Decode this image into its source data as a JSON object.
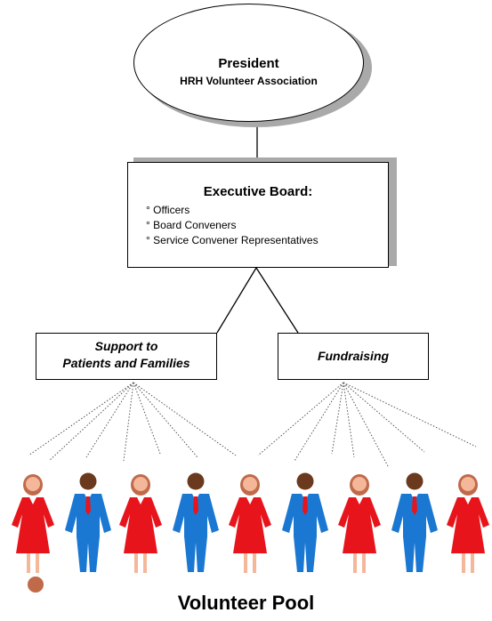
{
  "president": {
    "title": "President",
    "subtitle": "HRH Volunteer Association"
  },
  "executive_board": {
    "title": "Executive Board:",
    "items": [
      "Officers",
      "Board Conveners",
      "Service Convener Representatives"
    ]
  },
  "groups": {
    "support": {
      "line1": "Support to",
      "line2": "Patients and Families"
    },
    "fundraising": {
      "label": "Fundraising"
    }
  },
  "volunteers": [
    "woman",
    "man",
    "woman",
    "man",
    "woman",
    "man",
    "woman",
    "man",
    "woman"
  ],
  "footer": {
    "label": "Volunteer Pool"
  },
  "colors": {
    "woman_dress": "#e8141b",
    "man_suit": "#1a78d2",
    "woman_hair": "#c06a4a",
    "man_hair": "#6b3a1e",
    "skin": "#f4b79a",
    "shadow": "#a9a9a9"
  }
}
